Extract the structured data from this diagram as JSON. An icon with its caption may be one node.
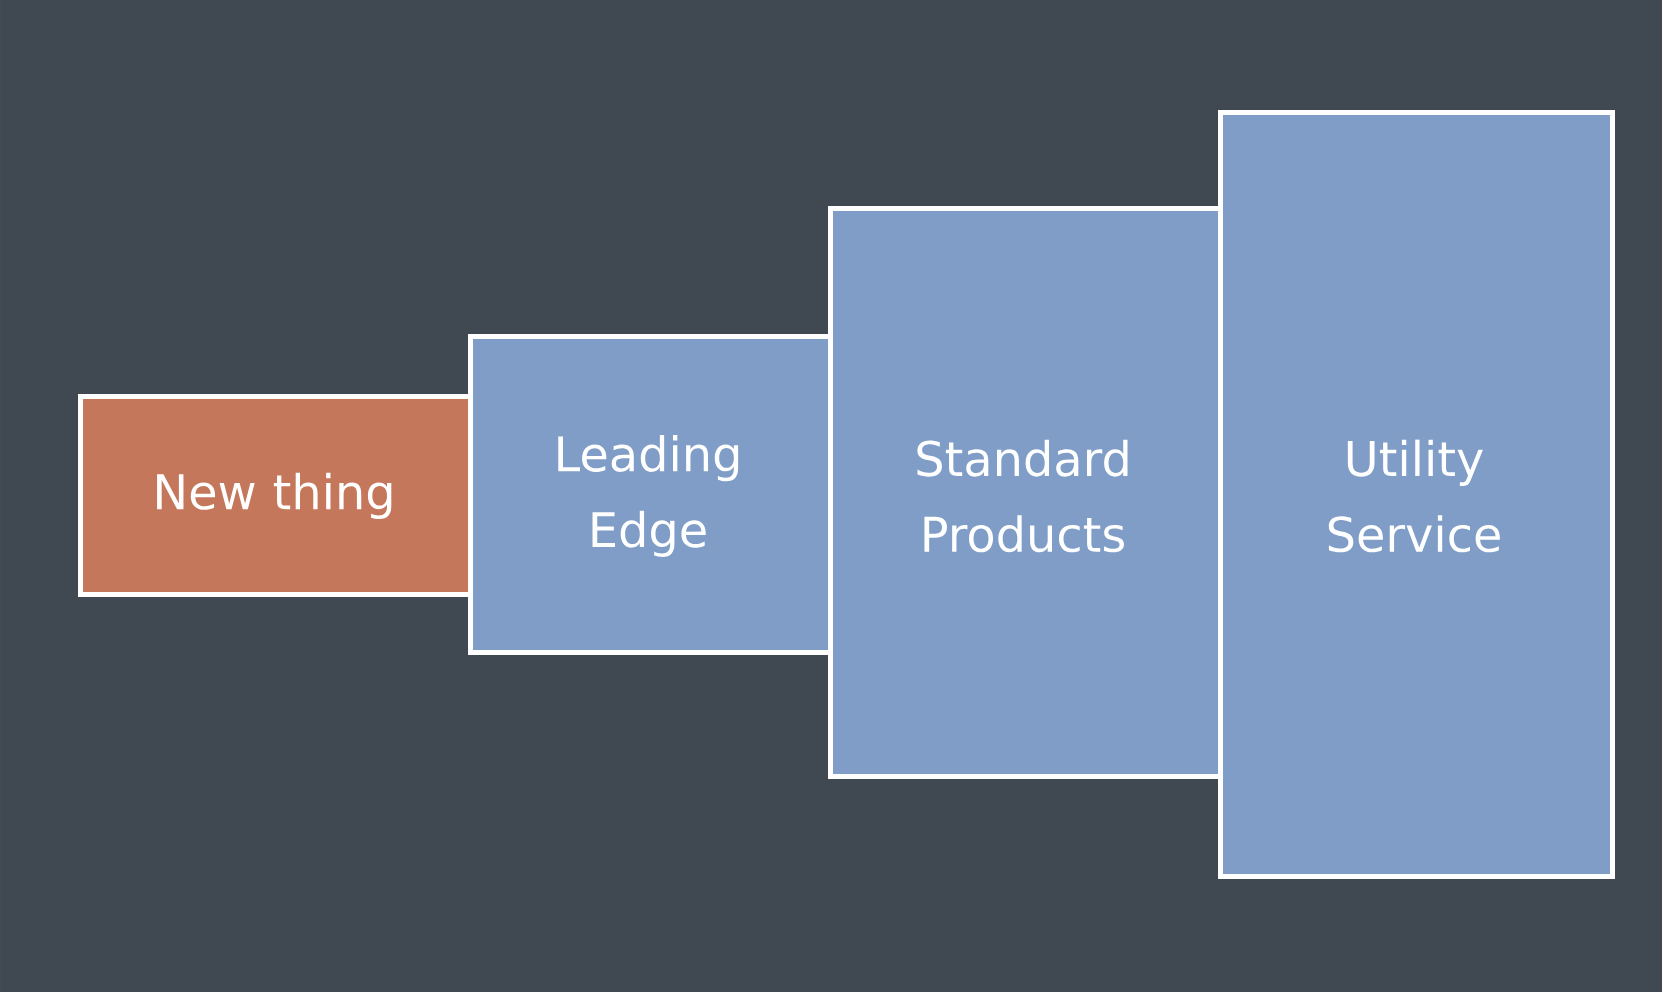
{
  "diagram": {
    "nodes": [
      {
        "text": [
          "New thing"
        ]
      },
      {
        "text": [
          "Leading Edge"
        ]
      },
      {
        "text": [
          "Standard Products"
        ]
      },
      {
        "text": [
          "Utility Service"
        ]
      }
    ]
  }
}
